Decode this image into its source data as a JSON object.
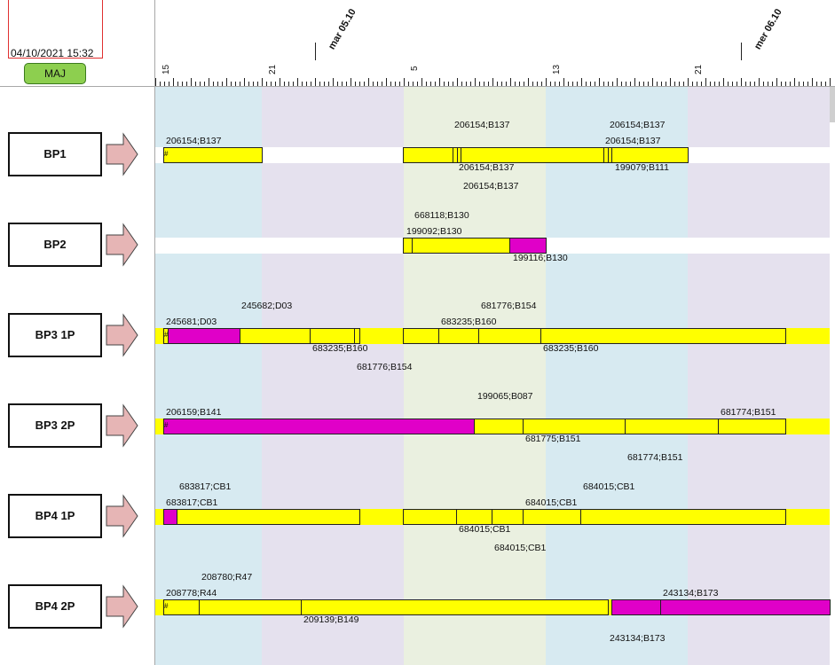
{
  "header": {
    "datetime": "04/10/2021 15:32",
    "refresh_label": "MAJ",
    "day_labels": [
      "mar 05.10",
      "mer 06.10"
    ],
    "hour_labels": [
      "15",
      "21",
      "5",
      "13",
      "21"
    ]
  },
  "colors": {
    "band_blue": "#d7eaf1",
    "band_lavender": "#e5e1ee",
    "band_green": "#eaf0e0",
    "task_yellow": "#ffff00",
    "task_magenta": "#e000c8",
    "arrow_fill": "#e6b5b5"
  },
  "rows": [
    {
      "label": "BP1",
      "tasks": [
        "206154;B137",
        "206154;B137",
        "206154;B137",
        "206154;B137",
        "206154;B137",
        "199079;B111",
        "206154;B137"
      ]
    },
    {
      "label": "BP2",
      "tasks": [
        "668118;B130",
        "199092;B130",
        "199116;B130"
      ]
    },
    {
      "label": "BP3 1P",
      "tasks": [
        "245682;D03",
        "245681;D03",
        "681776;B154",
        "683235;B160",
        "683235;B160",
        "683235;B160",
        "681776;B154"
      ]
    },
    {
      "label": "BP3 2P",
      "tasks": [
        "199065;B087",
        "206159;B141",
        "681774;B151",
        "681775;B151",
        "681774;B151"
      ]
    },
    {
      "label": "BP4 1P",
      "tasks": [
        "683817;CB1",
        "684015;CB1",
        "683817;CB1",
        "684015;CB1",
        "684015;CB1",
        "684015;CB1"
      ]
    },
    {
      "label": "BP4 2P",
      "tasks": [
        "208780;R47",
        "208778;R44",
        "243134;B173",
        "209139;B149",
        "243134;B173"
      ]
    }
  ]
}
